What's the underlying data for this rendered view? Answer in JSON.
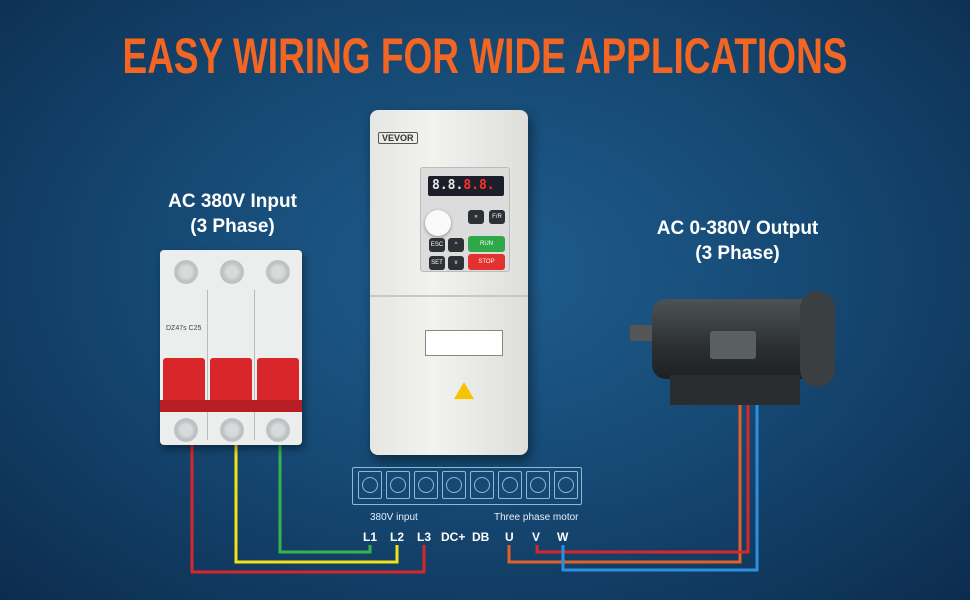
{
  "title": "EASY WIRING FOR WIDE APPLICATIONS",
  "input_label": {
    "line1": "AC 380V Input",
    "line2": "(3 Phase)"
  },
  "output_label": {
    "line1": "AC 0-380V Output",
    "line2": "(3 Phase)"
  },
  "brand": "VEVOR",
  "display": {
    "left": "8.8.",
    "right": "8.8."
  },
  "keys": {
    "esc": "ESC",
    "set": "SET",
    "fr": "F/R",
    "run": "RUN",
    "stop": "STOP"
  },
  "breaker_text": "DZ47s C25",
  "terminal": {
    "input_caption": "380V input",
    "motor_caption": "Three phase motor",
    "labels": [
      "L1",
      "L2",
      "L3",
      "DC+",
      "DB",
      "U",
      "V",
      "W"
    ]
  },
  "colors": {
    "title": "#f26522",
    "wire_red": "#d8262b",
    "wire_yellow": "#f2e21a",
    "wire_green": "#36b34a",
    "wire_orange": "#e0622a",
    "wire_blue": "#2c8fe0"
  }
}
